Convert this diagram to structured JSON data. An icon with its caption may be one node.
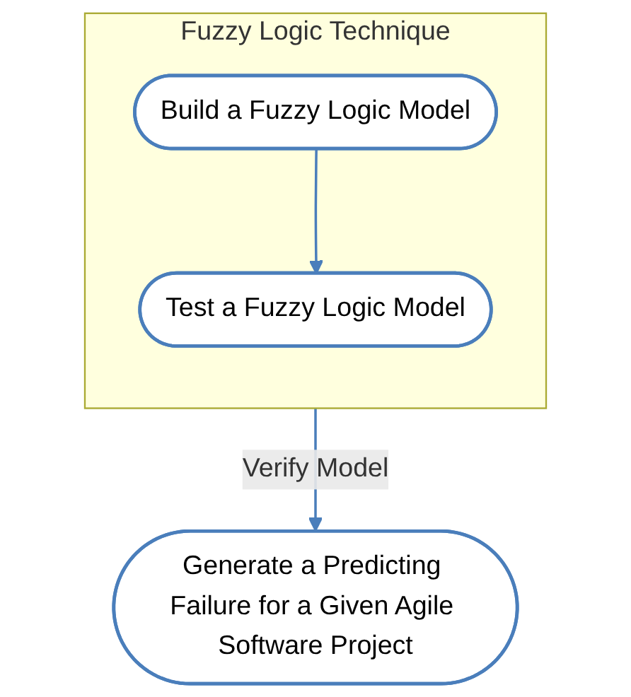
{
  "diagram": {
    "nodes": [
      {
        "text": [
          "Fuzzy Logic Technique"
        ]
      },
      {
        "text": [
          "Build a Fuzzy Logic Model"
        ],
        "in": 0
      },
      {
        "text": [
          "Test a Fuzzy Logic Model"
        ],
        "in": 0
      },
      {
        "text": [
          "Generate a Predicting Failure for a Given Agile Software Project"
        ]
      }
    ],
    "edges": [
      {
        "from": 1,
        "to": 2,
        "arrow": "to"
      },
      {
        "from": 0,
        "to": 3,
        "arrow": "to",
        "label": "Verify Model"
      }
    ]
  }
}
